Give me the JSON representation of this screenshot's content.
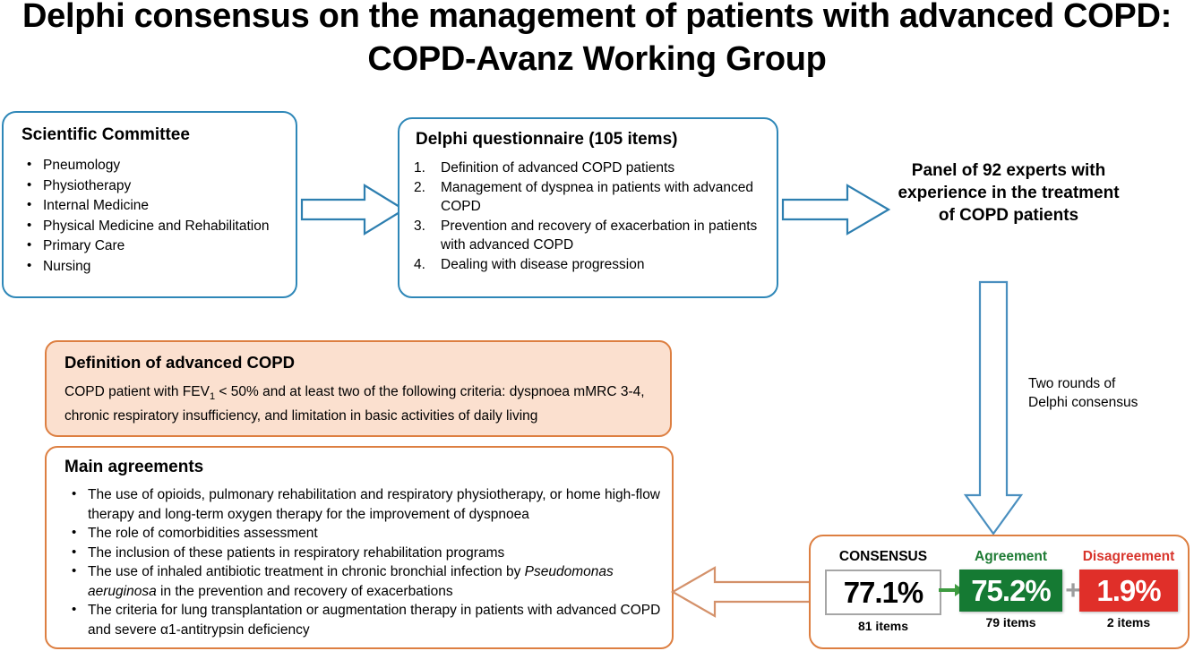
{
  "title": "Delphi consensus on the management of patients with advanced COPD: COPD-Avanz Working Group",
  "scientific_committee": {
    "heading": "Scientific Committee",
    "items": [
      "Pneumology",
      "Physiotherapy",
      "Internal Medicine",
      "Physical Medicine and Rehabilitation",
      "Primary Care",
      "Nursing"
    ]
  },
  "questionnaire": {
    "heading": "Delphi questionnaire (105 items)",
    "items": [
      {
        "num": "1.",
        "text": "Definition of advanced COPD patients"
      },
      {
        "num": "2.",
        "text": "Management of dyspnea in patients with advanced COPD"
      },
      {
        "num": "3.",
        "text": "Prevention and recovery of exacerbation in patients with advanced COPD"
      },
      {
        "num": "4.",
        "text": "Dealing with disease progression"
      }
    ]
  },
  "panel": {
    "text": "Panel of 92 experts with experience in the treatment of COPD patients"
  },
  "rounds": {
    "text": "Two rounds of Delphi consensus"
  },
  "definition": {
    "heading": "Definition of advanced COPD",
    "body_part1": "COPD patient with FEV",
    "body_sub": "1",
    "body_part2": " < 50% and at least two of the following criteria: dyspnoea mMRC 3-4, chronic respiratory insufficiency, and limitation in basic activities of daily living"
  },
  "main_agreements": {
    "heading": "Main agreements",
    "items": [
      {
        "pre": "The use of opioids, pulmonary rehabilitation and respiratory physiotherapy, or home high-flow therapy and long-term oxygen therapy for the improvement of dyspnoea",
        "italic": "",
        "post": ""
      },
      {
        "pre": "The role of comorbidities assessment",
        "italic": "",
        "post": ""
      },
      {
        "pre": "The inclusion of these patients in respiratory rehabilitation programs",
        "italic": "",
        "post": ""
      },
      {
        "pre": "The use of inhaled antibiotic treatment in chronic bronchial infection by ",
        "italic": "Pseudomonas aeruginosa",
        "post": " in the prevention and recovery of exacerbations"
      },
      {
        "pre": "The criteria for lung transplantation or augmentation therapy in patients with advanced COPD and severe α1-antitrypsin deficiency",
        "italic": "",
        "post": ""
      }
    ]
  },
  "results": {
    "consensus": {
      "label": "CONSENSUS",
      "value": "77.1%",
      "items": "81 items"
    },
    "agreement": {
      "label": "Agreement",
      "value": "75.2%",
      "items": "79 items"
    },
    "disagreement": {
      "label": "Disagreement",
      "value": "1.9%",
      "items": "2 items"
    },
    "plus": "+"
  },
  "colors": {
    "blue_border": "#2E87B8",
    "orange_border": "#DD7F41",
    "peach_fill": "#FBE0CF",
    "agreement_green": "#157A33",
    "disagreement_red": "#E02F29",
    "arrow_green": "#3D9B40",
    "gray_plus": "#9C9C9C"
  }
}
